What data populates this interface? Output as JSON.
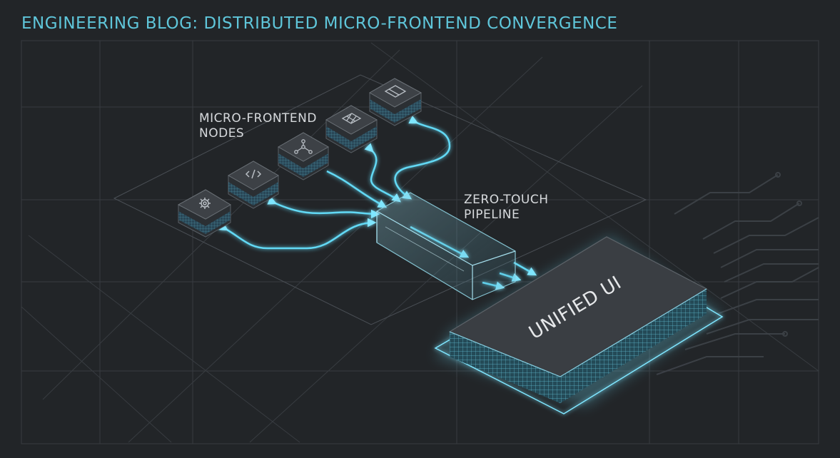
{
  "header": {
    "title": "ENGINEERING BLOG: DISTRIBUTED MICRO-FRONTEND CONVERGENCE"
  },
  "diagram": {
    "nodes_label_line1": "MICRO-FRONTEND",
    "nodes_label_line2": "NODES",
    "pipeline_label_line1": "ZERO-TOUCH",
    "pipeline_label_line2": "PIPELINE",
    "unified_label": "UNIFIED UI",
    "node_icons": [
      "gear-icon",
      "code-icon",
      "network-icon",
      "grid-icon",
      "window-icon"
    ]
  },
  "colors": {
    "background": "#222528",
    "accent": "#5fc6da",
    "glow": "#6fe3ff",
    "block_top": "#3d4146",
    "block_side": "#2b2f33"
  }
}
